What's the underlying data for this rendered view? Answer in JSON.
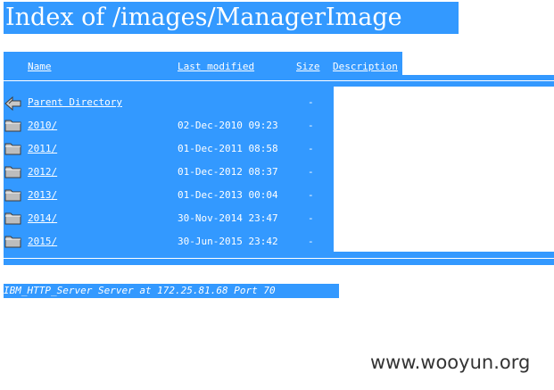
{
  "page": {
    "title": "Index of /images/ManagerImage"
  },
  "table": {
    "headers": {
      "name": "Name",
      "last_modified": "Last modified",
      "size": "Size",
      "description": "Description"
    },
    "rows": [
      {
        "icon": "back-icon",
        "name": "Parent Directory",
        "date": "",
        "size": "-"
      },
      {
        "icon": "folder-icon",
        "name": "2010/",
        "date": "02-Dec-2010 09:23",
        "size": "-"
      },
      {
        "icon": "folder-icon",
        "name": "2011/",
        "date": "01-Dec-2011 08:58",
        "size": "-"
      },
      {
        "icon": "folder-icon",
        "name": "2012/",
        "date": "01-Dec-2012 08:37",
        "size": "-"
      },
      {
        "icon": "folder-icon",
        "name": "2013/",
        "date": "01-Dec-2013 00:04",
        "size": "-"
      },
      {
        "icon": "folder-icon",
        "name": "2014/",
        "date": "30-Nov-2014 23:47",
        "size": "-"
      },
      {
        "icon": "folder-icon",
        "name": "2015/",
        "date": "30-Jun-2015 23:42",
        "size": "-"
      }
    ]
  },
  "footer": {
    "server_signature": "IBM_HTTP_Server Server at 172.25.81.68 Port 70"
  },
  "watermark": "www.wooyun.org",
  "colors": {
    "highlight": "#3399ff",
    "text": "#ffffff"
  }
}
